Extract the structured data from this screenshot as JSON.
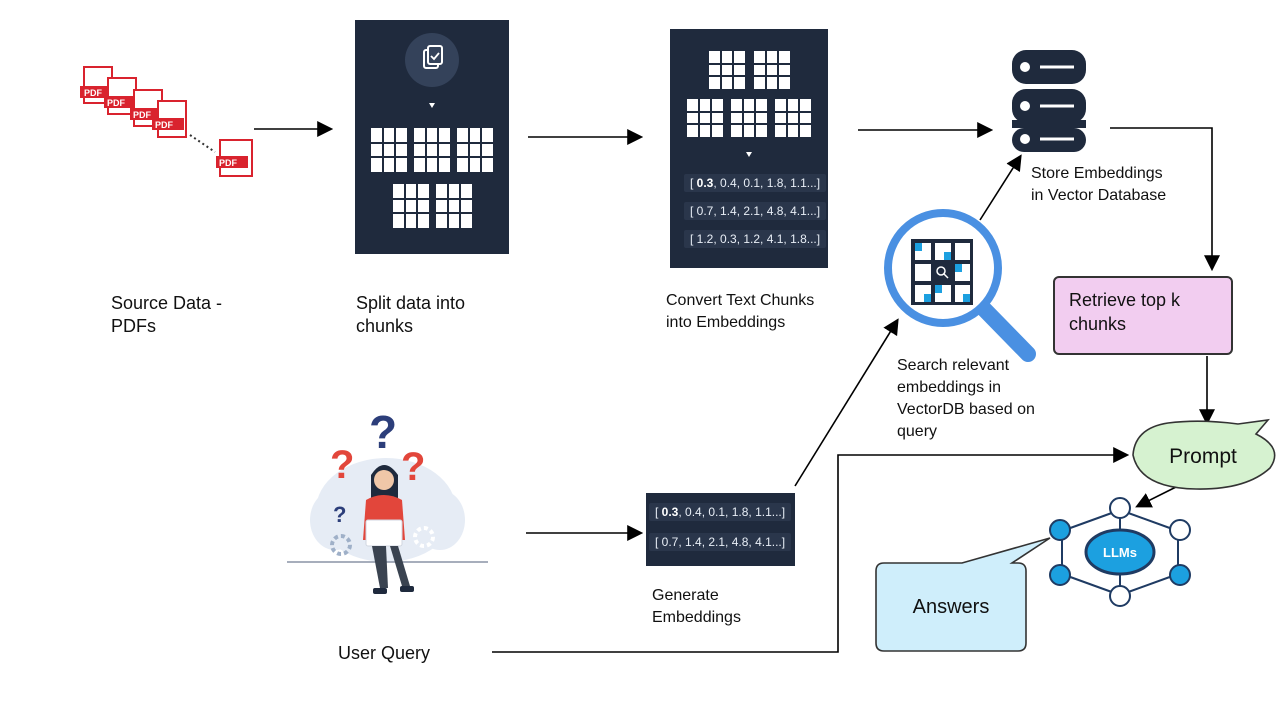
{
  "pdf": {
    "icon_text": "PDF"
  },
  "steps": {
    "source": "Source Data -\nPDFs",
    "split": "Split data into\nchunks",
    "convert": "Convert Text Chunks\ninto Embeddings",
    "store": "Store Embeddings\nin Vector Database",
    "retrieve": "Retrieve top k chunks",
    "search": "Search relevant\nembeddings in\nVectorDB based on\nquery",
    "user_query": "User Query",
    "generate": "Generate\nEmbeddings",
    "prompt": "Prompt",
    "answers": "Answers",
    "llm": "LLMs"
  },
  "embeddings": {
    "rows_full": [
      {
        "first": "0.3",
        "rest": ", 0.4, 0.1, 1.8, 1.1...]"
      },
      {
        "first": "0.7",
        "rest": ", 1.4, 2.1, 4.8, 4.1...]"
      },
      {
        "first": "1.2",
        "rest": ", 0.3, 1.2, 4.1, 1.8...]"
      }
    ]
  },
  "colors": {
    "panel": "#1f2a3d",
    "pdf_red": "#d9232e",
    "magnifier": "#4a90e2",
    "prompt_fill": "#d6f2d0",
    "answers_fill": "#cfeefb",
    "retrieve_fill": "#f2cdf0",
    "llm_blue": "#1ca0e0"
  }
}
